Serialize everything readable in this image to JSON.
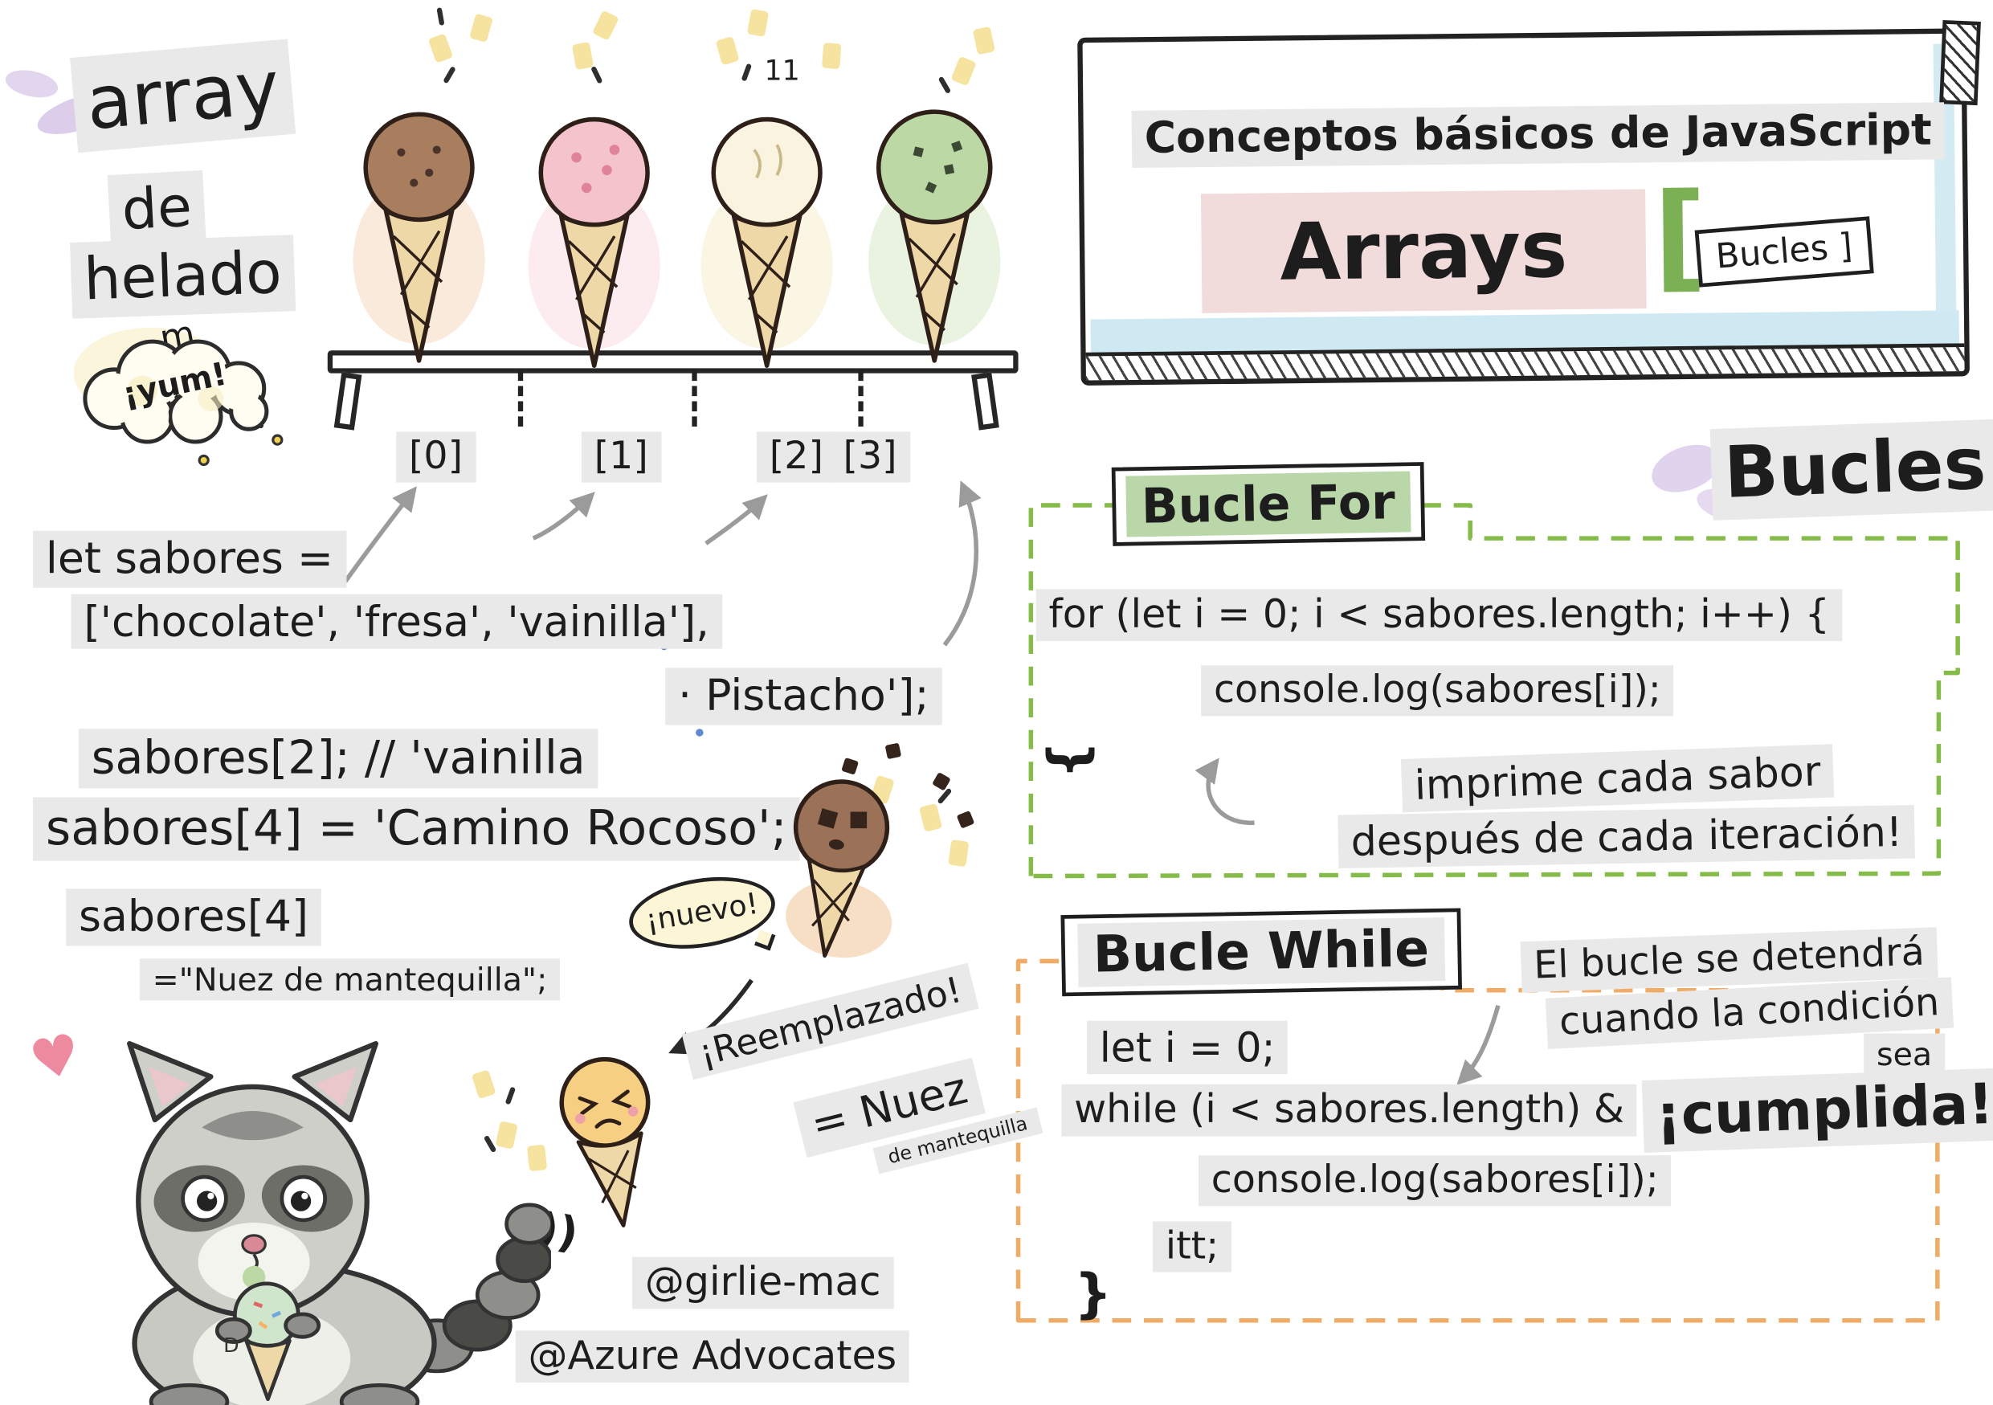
{
  "page": {
    "page_number": "11",
    "handle1": "@girlie-mac",
    "handle2": "@Azure Advocates",
    "signature": "D"
  },
  "array_label": {
    "line1": "array",
    "line2": "de",
    "line3": "helado",
    "yum": "¡yum!",
    "m": "m"
  },
  "shelf": {
    "indices": [
      "[0]",
      "[1]",
      "[2]",
      "[3]"
    ],
    "flavors": [
      {
        "name": "chocolate",
        "color": "#a87e5f"
      },
      {
        "name": "fresa",
        "color": "#f4c3cb"
      },
      {
        "name": "vainilla",
        "color": "#f9f3e0"
      },
      {
        "name": "pistacho",
        "color": "#bcd9a5"
      }
    ]
  },
  "code_left": {
    "line1": "let sabores =",
    "line2": "['chocolate', 'fresa', 'vainilla'],",
    "line3": "· Pistacho'];",
    "line4": "sabores[2]; // 'vainilla",
    "line5": "sabores[4] = 'Camino Rocoso';",
    "line6": "sabores[4]",
    "line7": "=\"Nuez de mantequilla\";"
  },
  "callouts": {
    "nuevo": "¡nuevo!",
    "reemplazado": "¡Reemplazado!",
    "nuez": "= Nuez",
    "nuez_sub": "de mantequilla",
    "parens": "))"
  },
  "header": {
    "title": "Conceptos básicos de JavaScript",
    "arrays": "Arrays",
    "bracket": "[",
    "bucles_tag": "Bucles ]"
  },
  "bucles": {
    "title": "Bucles",
    "for": {
      "label": "Bucle For",
      "code1": "for (let i = 0; i < sabores.length; i++) {",
      "code2": "console.log(sabores[i]);",
      "brace": "}",
      "note1": "imprime cada sabor",
      "note2": "después de cada iteración!"
    },
    "while": {
      "label": "Bucle While",
      "note1": "El bucle se detendrá",
      "note2": "cuando la condición",
      "note3": "sea",
      "code1": "let i = 0;",
      "code2": "while (i < sabores.length) &",
      "cumplida": "¡cumplida!",
      "code3": "console.log(sabores[i]);",
      "code4": "itt;",
      "brace": "}"
    }
  },
  "decor": {
    "heart": "♥"
  },
  "colors": {
    "highlight_gray": "#e9e9e9",
    "pink_highlight": "#f2dbdb",
    "green_highlight": "#b9d7a8",
    "green_dash": "#85bb49",
    "orange_dash": "#f0ac67",
    "banner_blue": "#cfe9f2"
  }
}
